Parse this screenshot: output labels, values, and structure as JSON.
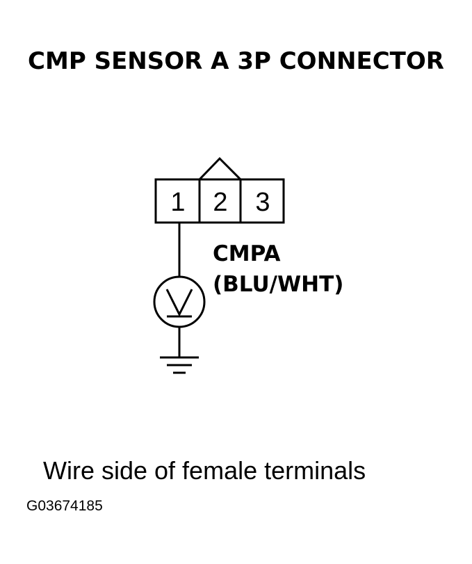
{
  "title": "CMP SENSOR A 3P CONNECTOR",
  "connector": {
    "terminals": [
      "1",
      "2",
      "3"
    ]
  },
  "wire": {
    "name": "CMPA",
    "color": "(BLU/WHT)"
  },
  "caption": "Wire side of female terminals",
  "figure_id": "G03674185",
  "icons": {
    "meter": "voltmeter-icon",
    "ground": "ground-icon"
  }
}
